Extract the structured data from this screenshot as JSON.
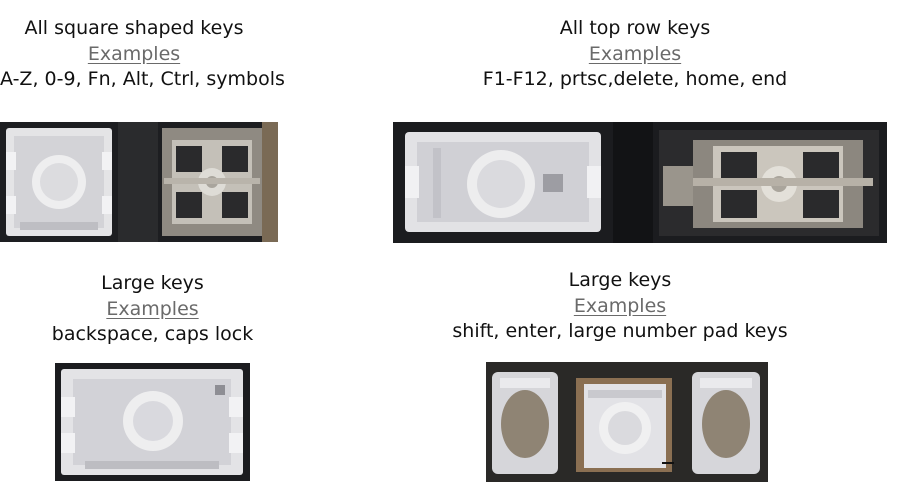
{
  "groups": [
    {
      "title": "All square shaped keys",
      "examples_label": "Examples",
      "description": "A-Z, 0-9, Fn, Alt, Ctrl, symbols"
    },
    {
      "title": "All top row keys",
      "examples_label": "Examples",
      "description": "F1-F12, prtsc,delete, home, end"
    },
    {
      "title": "Large keys",
      "examples_label": "Examples",
      "description": "backspace, caps lock"
    },
    {
      "title": "Large keys",
      "examples_label": "Examples",
      "description": "shift, enter, large number pad keys"
    }
  ]
}
